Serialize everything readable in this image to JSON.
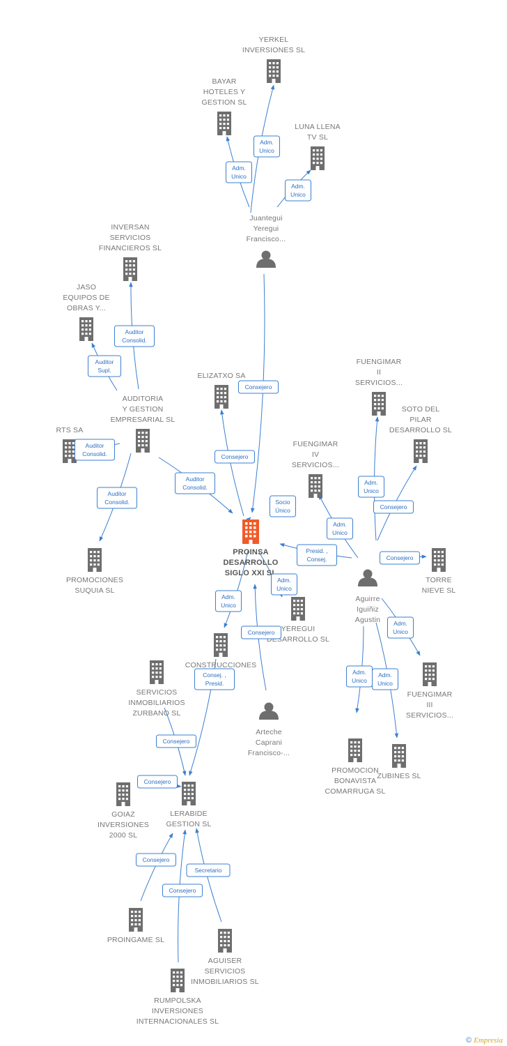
{
  "colors": {
    "edge": "#3a7fd0",
    "node": "#6e6e6e",
    "highlight": "#f05a28"
  },
  "nodes": [
    {
      "id": "proinsa",
      "type": "company",
      "highlight": true,
      "label": [
        "PROINSA",
        "DESARROLLO",
        "SIGLO XXI SL"
      ]
    },
    {
      "id": "yerkel",
      "type": "company",
      "label": [
        "YERKEL",
        "INVERSIONES SL"
      ]
    },
    {
      "id": "bayar",
      "type": "company",
      "label": [
        "BAYAR",
        "HOTELES Y",
        "GESTION SL"
      ]
    },
    {
      "id": "luna",
      "type": "company",
      "label": [
        "LUNA LLENA",
        "TV SL"
      ]
    },
    {
      "id": "juantegui",
      "type": "person",
      "label": [
        "Juantegui",
        "Yeregui",
        "Francisco..."
      ]
    },
    {
      "id": "inversan",
      "type": "company",
      "label": [
        "INVERSAN",
        "SERVICIOS",
        "FINANCIEROS SL"
      ]
    },
    {
      "id": "jaso",
      "type": "company",
      "label": [
        "JASO",
        "EQUIPOS DE",
        "OBRAS Y..."
      ]
    },
    {
      "id": "auditoria",
      "type": "company",
      "label": [
        "AUDITORIA",
        "Y GESTION",
        "EMPRESARIAL SL"
      ]
    },
    {
      "id": "rts",
      "type": "company",
      "label": [
        "RTS SA"
      ]
    },
    {
      "id": "promociones_suquia",
      "type": "company",
      "label": [
        "PROMOCIONES",
        "SUQUIA SL"
      ]
    },
    {
      "id": "elizatxo",
      "type": "company",
      "label": [
        "ELIZATXO SA"
      ]
    },
    {
      "id": "fuengimar2",
      "type": "company",
      "label": [
        "FUENGIMAR",
        "II",
        "SERVICIOS..."
      ]
    },
    {
      "id": "soto",
      "type": "company",
      "label": [
        "SOTO DEL",
        "PILAR",
        "DESARROLLO SL"
      ]
    },
    {
      "id": "fuengimar4",
      "type": "company",
      "label": [
        "FUENGIMAR",
        "IV",
        "SERVICIOS..."
      ]
    },
    {
      "id": "torre",
      "type": "company",
      "label": [
        "TORRE",
        "NIEVE SL"
      ]
    },
    {
      "id": "aguirre",
      "type": "person",
      "label": [
        "Aguirre",
        "Iguiñiz",
        "Agustin"
      ]
    },
    {
      "id": "yeregui",
      "type": "company",
      "label": [
        "YEREGUI",
        "DESARROLLO SL"
      ]
    },
    {
      "id": "construcciones",
      "type": "company",
      "label": [
        "CONSTRUCCIONES",
        "SL"
      ]
    },
    {
      "id": "servicios_zurbano",
      "type": "company",
      "label": [
        "SERVICIOS",
        "INMOBILIARIOS",
        "ZURBANO SL"
      ]
    },
    {
      "id": "arteche",
      "type": "person",
      "label": [
        "Arteche",
        "Caprani",
        "Francisco-..."
      ]
    },
    {
      "id": "fuengimar3",
      "type": "company",
      "label": [
        "FUENGIMAR",
        "III",
        "SERVICIOS..."
      ]
    },
    {
      "id": "promocion_bonavista",
      "type": "company",
      "label": [
        "PROMOCION",
        "BONAVISTA",
        "COMARRUGA SL"
      ]
    },
    {
      "id": "zubines",
      "type": "company",
      "label": [
        "ZUBINES SL"
      ]
    },
    {
      "id": "goiaz",
      "type": "company",
      "label": [
        "GOIAZ",
        "INVERSIONES",
        "2000 SL"
      ]
    },
    {
      "id": "lerabide",
      "type": "company",
      "label": [
        "LERABIDE",
        "GESTION SL"
      ]
    },
    {
      "id": "proingame",
      "type": "company",
      "label": [
        "PROINGAME SL"
      ]
    },
    {
      "id": "aguiser",
      "type": "company",
      "label": [
        "AGUISER",
        "SERVICIOS",
        "INMOBILIARIOS SL"
      ]
    },
    {
      "id": "rumpolska",
      "type": "company",
      "label": [
        "RUMPOLSKA",
        "INVERSIONES",
        "INTERNACIONALES SL"
      ]
    }
  ],
  "edges": [
    {
      "from": "juantegui",
      "to": "yerkel",
      "label": [
        "Adm.",
        "Unico"
      ]
    },
    {
      "from": "juantegui",
      "to": "bayar",
      "label": [
        "Adm.",
        "Unico"
      ]
    },
    {
      "from": "juantegui",
      "to": "luna",
      "label": [
        "Adm.",
        "Unico"
      ]
    },
    {
      "from": "juantegui",
      "to": "proinsa",
      "label": [
        "Consejero"
      ]
    },
    {
      "from": "auditoria",
      "to": "inversan",
      "label": [
        "Auditor",
        "Consolid."
      ]
    },
    {
      "from": "auditoria",
      "to": "jaso",
      "label": [
        "Auditor",
        "Supl."
      ]
    },
    {
      "from": "auditoria",
      "to": "rts",
      "label": [
        "Auditor",
        "Consolid."
      ]
    },
    {
      "from": "auditoria",
      "to": "promociones_suquia",
      "label": [
        "Auditor",
        "Consolid."
      ]
    },
    {
      "from": "auditoria",
      "to": "proinsa",
      "label": [
        "Auditor",
        "Consolid."
      ]
    },
    {
      "from": "proinsa",
      "to": "elizatxo",
      "label": [
        "Consejero"
      ]
    },
    {
      "from": "aguirre",
      "to": "fuengimar2",
      "label": [
        "Adm.",
        "Unico"
      ]
    },
    {
      "from": "aguirre",
      "to": "soto",
      "label": [
        "Consejero"
      ]
    },
    {
      "from": "aguirre",
      "to": "fuengimar4",
      "label": [
        "Adm.",
        "Unico"
      ]
    },
    {
      "from": "aguirre",
      "to": "torre",
      "label": [
        "Consejero"
      ]
    },
    {
      "from": "aguirre",
      "to": "proinsa",
      "label": [
        "Presid. ,",
        "Consej."
      ]
    },
    {
      "from": "proinsa",
      "to": "fuengimar4",
      "label": [
        "Socio",
        "Único"
      ]
    },
    {
      "from": "proinsa",
      "to": "yeregui",
      "label": [
        "Adm.",
        "Unico"
      ]
    },
    {
      "from": "proinsa",
      "to": "construcciones",
      "label": [
        "Adm.",
        "Unico"
      ]
    },
    {
      "from": "arteche",
      "to": "proinsa",
      "label": [
        "Consejero"
      ]
    },
    {
      "from": "construcciones",
      "to": "lerabide",
      "label": [
        "Consej. ,",
        "Presid."
      ]
    },
    {
      "from": "aguirre",
      "to": "fuengimar3",
      "label": [
        "Adm.",
        "Unico"
      ]
    },
    {
      "from": "aguirre",
      "to": "promocion_bonavista",
      "label": [
        "Adm.",
        "Unico"
      ]
    },
    {
      "from": "aguirre",
      "to": "zubines",
      "label": [
        "Adm.",
        "Unico"
      ]
    },
    {
      "from": "servicios_zurbano",
      "to": "lerabide",
      "label": [
        "Consejero"
      ]
    },
    {
      "from": "goiaz",
      "to": "lerabide",
      "label": [
        "Consejero"
      ]
    },
    {
      "from": "proingame",
      "to": "lerabide",
      "label": [
        "Consejero"
      ]
    },
    {
      "from": "rumpolska",
      "to": "lerabide",
      "label": [
        "Consejero"
      ]
    },
    {
      "from": "aguiser",
      "to": "lerabide",
      "label": [
        "Secretario"
      ]
    }
  ],
  "footer": {
    "copyright": "©",
    "brand": "Empresia"
  }
}
